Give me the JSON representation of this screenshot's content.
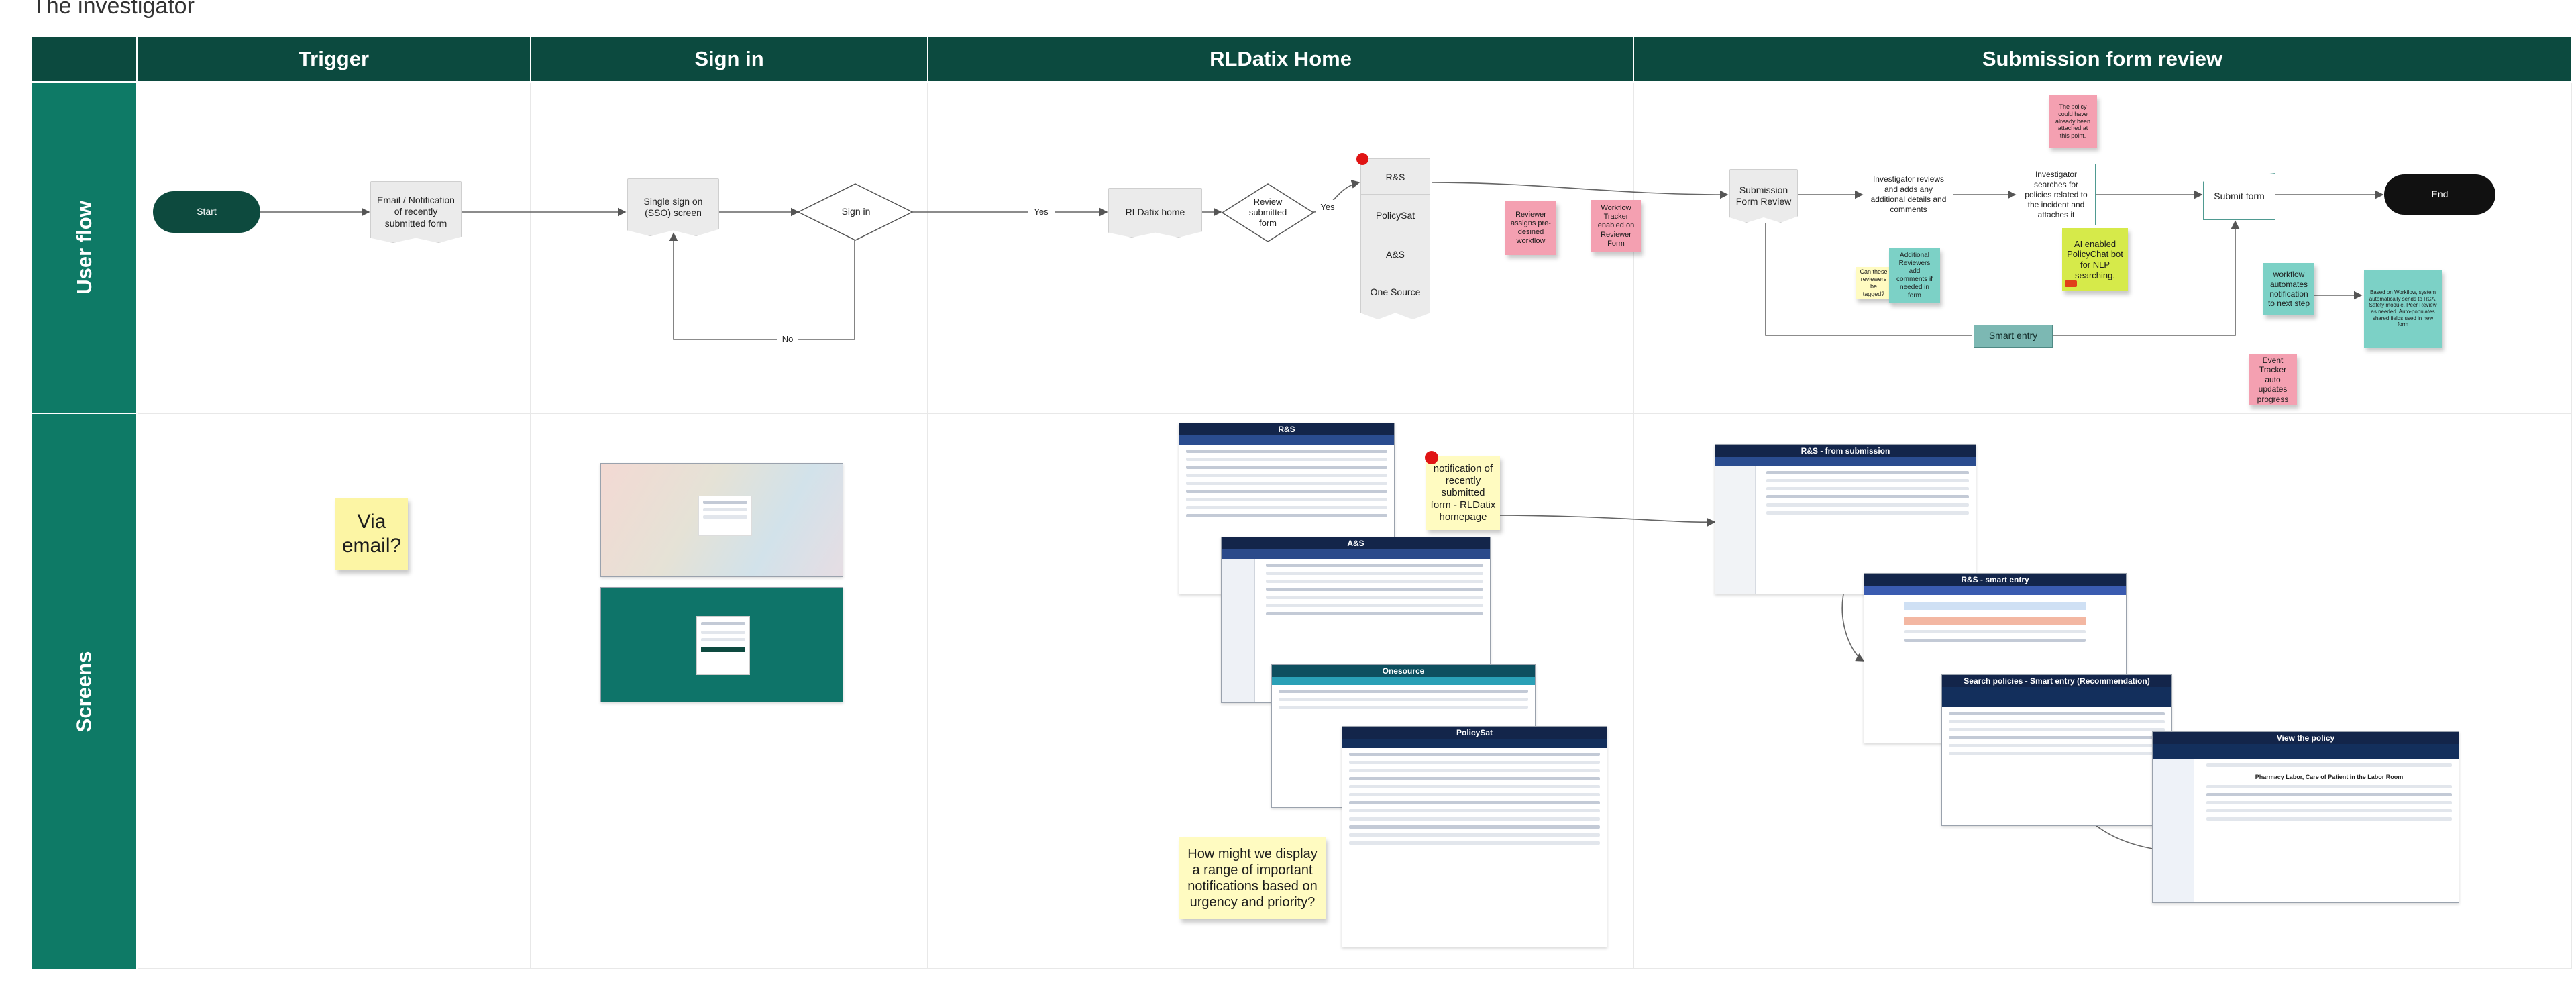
{
  "board_title": "The investigator",
  "columns": [
    "Trigger",
    "Sign in",
    "RLDatix Home",
    "Submission form review"
  ],
  "rows": [
    "User flow",
    "Screens"
  ],
  "flow": {
    "start": "Start",
    "email_notification": "Email / Notification of recently submitted form",
    "sso": "Single sign on (SSO) screen",
    "sign_in": "Sign in",
    "yes1": "Yes",
    "no": "No",
    "rldatix_home": "RLDatix home",
    "review_submitted": "Review submitted form",
    "yes2": "Yes",
    "stack": [
      "R&S",
      "PolicySat",
      "A&S",
      "One Source"
    ],
    "submission_form_review": "Submission Form Review",
    "investigator_reviews": "Investigator reviews and adds any additional details and comments",
    "investigator_searches": "Investigator searches for policies related to the incident and attaches it",
    "submit_form": "Submit form",
    "end": "End",
    "smart_entry": "Smart entry"
  },
  "stickies": {
    "reviewer_workflow": "Reviewer assigns pre-desined workflow",
    "workflow_tracker": "Workflow Tracker enabled on Reviewer Form",
    "policy_attached": "The policy could have already been attached at this point.",
    "ai_policychat": "AI enabled PolicyChat bot for NLP searching.",
    "reviewers_tagged": "Can these reviewers be tagged?",
    "additional_reviewers": "Additional Reviewers add comments if needed in form",
    "workflow_automates": "workflow automates notification to next step",
    "event_tracker": "Event Tracker auto updates progress",
    "workflow_based": "Based on Workflow, system automatically sends to RCA, Safety module, Peer Review as needed. Auto-populates shared fields used in new form",
    "via_email": "Via email?",
    "notification_recent": "notification of recently submitted form - RLDatix homepage",
    "how_might_we": "How might we display a range of important notifications based on urgency and priority?"
  },
  "screens": {
    "rs": "R&S",
    "as": "A&S",
    "onesource": "Onesource",
    "policysat": "PolicySat",
    "rs_from_submission": "R&S - from submission",
    "rs_smart_entry": "R&S - smart entry",
    "search_policies": "Search policies - Smart entry (Recommendation)",
    "view_policy": "View the policy",
    "policy_heading": "Pharmacy Labor, Care of Patient in the Labor Room"
  },
  "colors": {
    "header": "#0c4a3f",
    "row_label": "#0e7a66",
    "pink": "#f4a0b1",
    "yellow": "#fcf5a4",
    "teal": "#7cd1c6",
    "lime": "#d6ea4a"
  }
}
